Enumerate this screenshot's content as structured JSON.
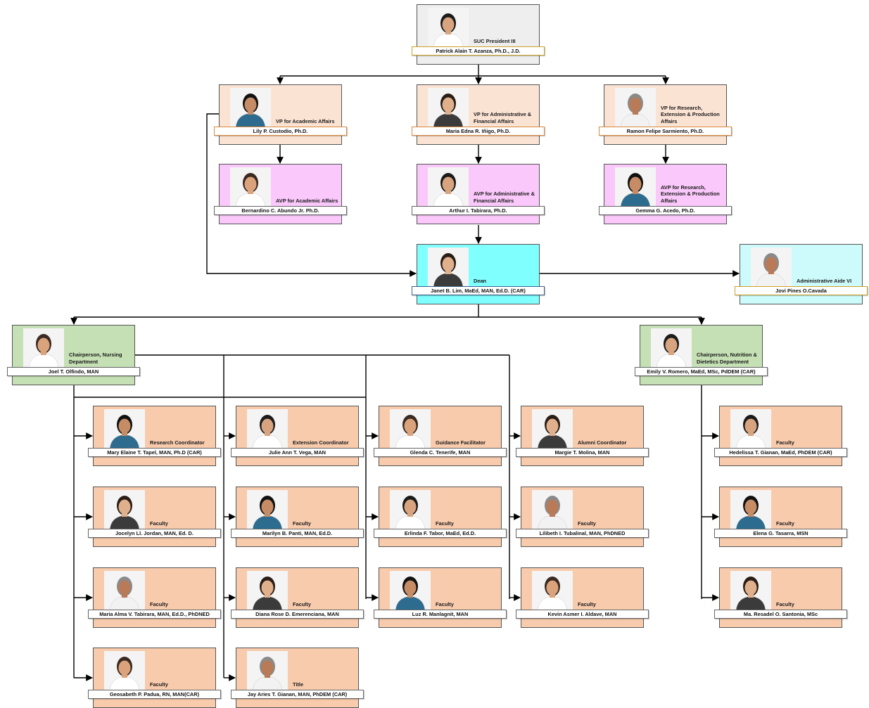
{
  "colors": {
    "president_bg": "#eeeeee",
    "vp_bg": "#fbe3d3",
    "avp_bg": "#fac8fa",
    "dean_bg": "#80ffff",
    "aide_bg": "#cdfbfb",
    "chair_bg": "#c5e0b4",
    "staff_bg": "#f8cbad",
    "connector": "#000000"
  },
  "president": {
    "role": "SUC President III",
    "name": "Patrick Alain T. Azanza, Ph.D., J.D."
  },
  "vps": [
    {
      "role": "VP for Academic Affairs",
      "name": "Lily P. Custodio, Ph.D."
    },
    {
      "role": "VP for Administrative & Financial Affairs",
      "name": "Maria Edna R. Iñigo, Ph.D."
    },
    {
      "role": "VP for Research, Extension & Production Affairs",
      "name": "Ramon Felipe Sarmiento, Ph.D."
    }
  ],
  "avps": [
    {
      "role": "AVP for Academic Affairs",
      "name": "Bernardino C. Abundo Jr. Ph.D."
    },
    {
      "role": "AVP for Administrative & Financial Affairs",
      "name": "Arthur I. Tabirara, Ph.D."
    },
    {
      "role": "AVP for Research, Extension & Production Affairs",
      "name": "Gemma G. Acedo, Ph.D."
    }
  ],
  "dean": {
    "role": "Dean",
    "name": "Janet B. Lim, MaEd, MAN, Ed.D. (CAR)"
  },
  "aide": {
    "role": "Administrative Aide VI",
    "name": "Jovi Pines O.Cavada"
  },
  "chairs": [
    {
      "role": "Chairperson, Nursing Department",
      "name": "Joel T. Olfindo, MAN"
    },
    {
      "role": "Chairperson, Nutrition & Dietetics Department",
      "name": "Emily V. Romero, MaEd, MSc, PdDEM (CAR)"
    }
  ],
  "nursing_columns": [
    [
      {
        "role": "Research Coordinator",
        "name": "Mary Elaine T. Tapel, MAN, Ph.D (CAR)"
      },
      {
        "role": "Faculty",
        "name": "Jocelyn Ll. Jordan, MAN, Ed. D."
      },
      {
        "role": "Faculty",
        "name": "Maria Alma V. Tabirara, MAN, Ed.D., PhDNED"
      },
      {
        "role": "Faculty",
        "name": "Geosabeth P. Padua, RN, MAN(CAR)"
      }
    ],
    [
      {
        "role": "Extension Coordinator",
        "name": "Julie Ann T. Vega, MAN"
      },
      {
        "role": "Faculty",
        "name": "Marilyn B. Panti, MAN, Ed.D."
      },
      {
        "role": "Faculty",
        "name": "Diana Rose D. Emerenciana, MAN"
      },
      {
        "role": "Title",
        "name": "Jay Aries T. Gianan, MAN, PhDEM (CAR)"
      }
    ],
    [
      {
        "role": "Guidance Facilitator",
        "name": "Glenda C. Tenerife, MAN"
      },
      {
        "role": "Faculty",
        "name": "Erlinda F. Tabor, MaEd, Ed.D."
      },
      {
        "role": "Faculty",
        "name": "Luz R. Manlagnit, MAN"
      }
    ],
    [
      {
        "role": "Alumni Coordinator",
        "name": "Margie T. Molina, MAN"
      },
      {
        "role": "Faculty",
        "name": "Lilibeth I. Tubalinal, MAN, PhDNED"
      },
      {
        "role": "Faculty",
        "name": "Kevin Asmer I. Aldave, MAN"
      }
    ]
  ],
  "nutrition_column": [
    {
      "role": "Faculty",
      "name": "Hedelissa T. Gianan, MaEd, PhDEM (CAR)"
    },
    {
      "role": "Faculty",
      "name": "Elena G. Tasarra, MSN"
    },
    {
      "role": "Faculty",
      "name": "Ma. Resadel O. Santonia, MSc"
    }
  ]
}
